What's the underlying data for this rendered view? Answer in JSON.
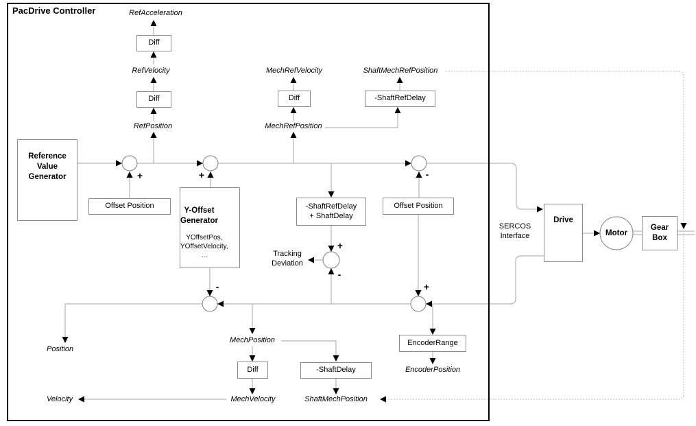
{
  "title": "PacDrive Controller",
  "blocks": {
    "diff_ref_top": "Diff",
    "diff_ref_mid": "Diff",
    "diff_mech": "Diff",
    "shaft_ref_delay": "-ShaftRefDelay",
    "reference_value_generator": "Reference\nValue\nGenerator",
    "offset_position_left": "Offset Position",
    "y_offset_generator_title": "Y-Offset\nGenerator",
    "y_offset_generator_params": "YOffsetPos,\nYOffsetVelocity,\n...",
    "shaft_ref_delay_plus_shaft_delay": "-ShaftRefDelay\n+ ShaftDelay",
    "offset_position_right": "Offset Position",
    "drive": "Drive",
    "motor": "Motor",
    "gear_box": "Gear\nBox",
    "encoder_range": "EncoderRange",
    "diff_bottom": "Diff",
    "shaft_delay": "-ShaftDelay"
  },
  "signals": {
    "ref_acceleration": "RefAcceleration",
    "ref_velocity": "RefVelocity",
    "ref_position": "RefPosition",
    "mech_ref_velocity": "MechRefVelocity",
    "shaft_mech_ref_position": "ShaftMechRefPosition",
    "mech_ref_position": "MechRefPosition",
    "position": "Position",
    "mech_position": "MechPosition",
    "velocity": "Velocity",
    "mech_velocity": "MechVelocity",
    "shaft_mech_position": "ShaftMechPosition",
    "encoder_position": "EncoderPosition"
  },
  "annotations": {
    "tracking_deviation": "Tracking\nDeviation",
    "sercos_interface": "SERCOS\nInterface"
  },
  "signs": {
    "junction1_plus": "+",
    "junction2_plus": "+",
    "junction3_minus": "-",
    "tracking_top_plus": "+",
    "tracking_bottom_minus": "-",
    "bottom_left_minus": "-",
    "bottom_right_plus": "+"
  },
  "colors": {
    "background": "#ffffff",
    "text": "#000000",
    "wire": "#a6a6a6",
    "dotted_wire": "#b4b4b4",
    "block_border": "#8a8a8a",
    "arrow": "#000000",
    "outer_border": "#000000"
  }
}
